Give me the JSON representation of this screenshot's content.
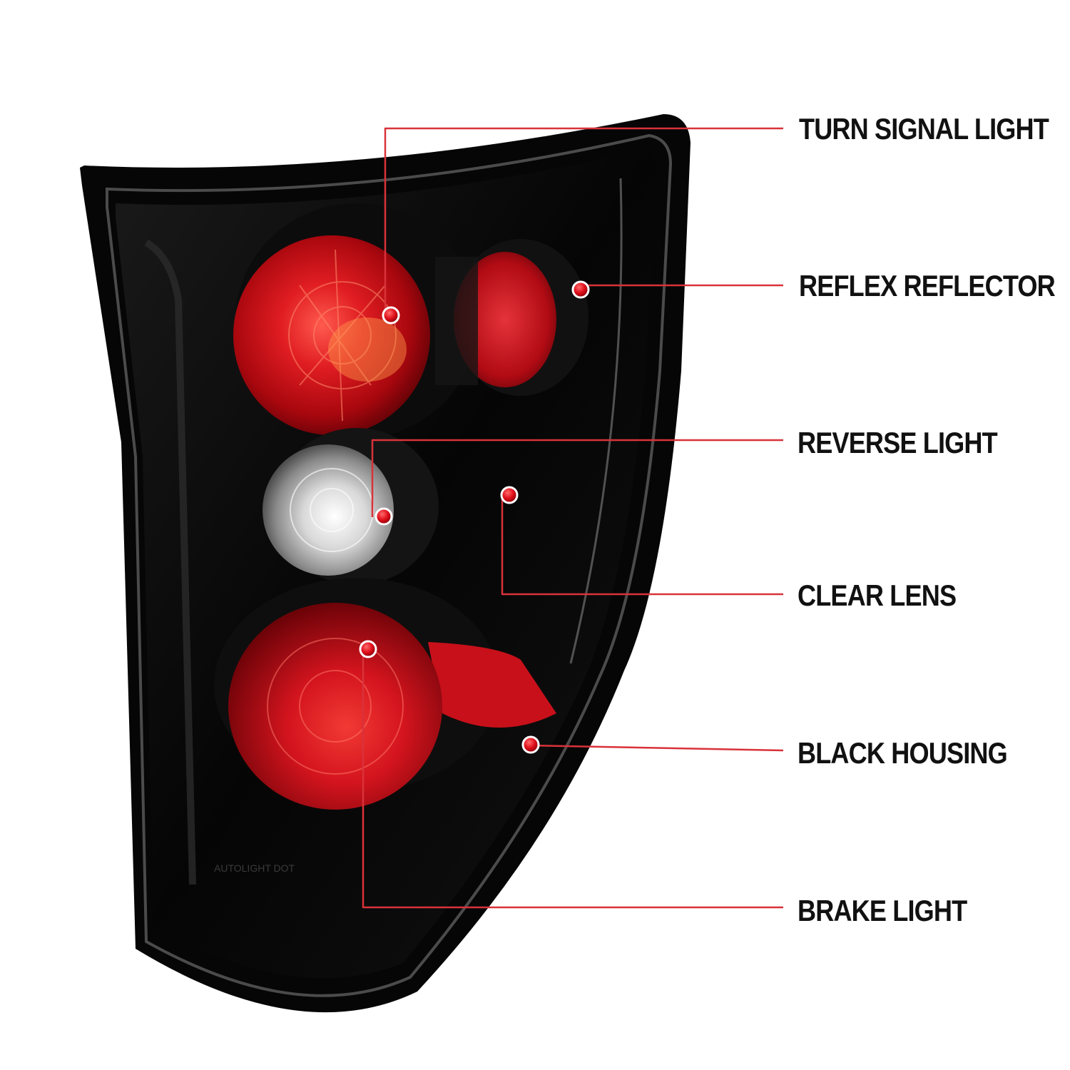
{
  "callouts": [
    {
      "id": "turn-signal-light",
      "label": "TURN SIGNAL LIGHT"
    },
    {
      "id": "reflex-reflector",
      "label": "REFLEX REFLECTOR"
    },
    {
      "id": "reverse-light",
      "label": "REVERSE LIGHT"
    },
    {
      "id": "clear-lens",
      "label": "CLEAR LENS"
    },
    {
      "id": "black-housing",
      "label": "BLACK HOUSING"
    },
    {
      "id": "brake-light",
      "label": "BRAKE LIGHT"
    }
  ],
  "colors": {
    "leader_line": "#d9323a",
    "marker": "#e0101c",
    "lens_red": "#d4141e",
    "housing": "#0b0b0b"
  },
  "housing_stamp": "AUTOLIGHT DOT"
}
